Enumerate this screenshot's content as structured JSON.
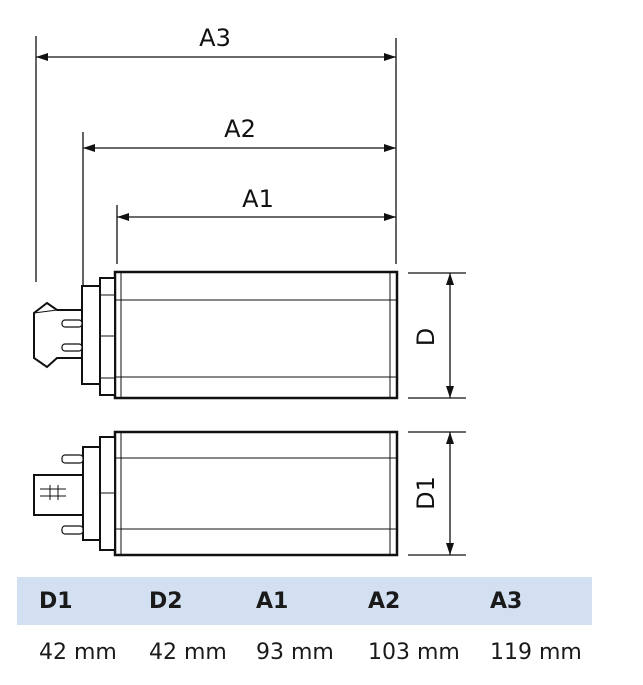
{
  "diagram": {
    "dimension_labels": {
      "a3": "A3",
      "a2": "A2",
      "a1": "A1",
      "d": "D",
      "d1": "D1"
    }
  },
  "table": {
    "headers": [
      "D1",
      "D2",
      "A1",
      "A2",
      "A3"
    ],
    "values": [
      "42 mm",
      "42 mm",
      "93 mm",
      "103 mm",
      "119 mm"
    ],
    "header_bg": "#d3e0f1"
  }
}
